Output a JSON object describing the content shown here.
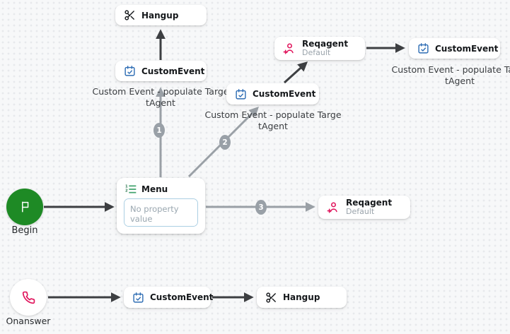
{
  "colors": {
    "edge_dark": "#3d3f42",
    "edge_gray": "#9aa0a6",
    "badge_gray": "#99a0a7",
    "begin_green": "#1e8a25",
    "menu_green": "#41a36d",
    "event_blue": "#2e6db4",
    "accent_pink": "#e0135b",
    "node_bg": "#ffffff",
    "canvas_bg": "#f7f8f9"
  },
  "nodes": {
    "begin": {
      "label": "Begin"
    },
    "onanswer": {
      "label": "Onanswer"
    },
    "menu": {
      "title": "Menu",
      "input_placeholder": "No property value"
    },
    "hangup_top": {
      "title": "Hangup"
    },
    "customevent_topleft": {
      "title": "CustomEvent"
    },
    "caption_topleft": {
      "line1": "Custom Event - populate Targe",
      "line2": "tAgent"
    },
    "reqagent_top": {
      "title": "Reqagent",
      "subtitle": "Default"
    },
    "customevent_right": {
      "title": "CustomEvent"
    },
    "caption_right": {
      "line1": "Custom Event - populate Targe",
      "line2": "tAgent"
    },
    "customevent_mid": {
      "title": "CustomEvent"
    },
    "caption_mid": {
      "line1": "Custom Event - populate Targe",
      "line2": "tAgent"
    },
    "reqagent_mid": {
      "title": "Reqagent",
      "subtitle": "Default"
    },
    "customevent_bottom": {
      "title": "CustomEvent"
    },
    "hangup_bottom": {
      "title": "Hangup"
    }
  },
  "badges": {
    "edge1": "1",
    "edge2": "2",
    "edge3": "3"
  }
}
